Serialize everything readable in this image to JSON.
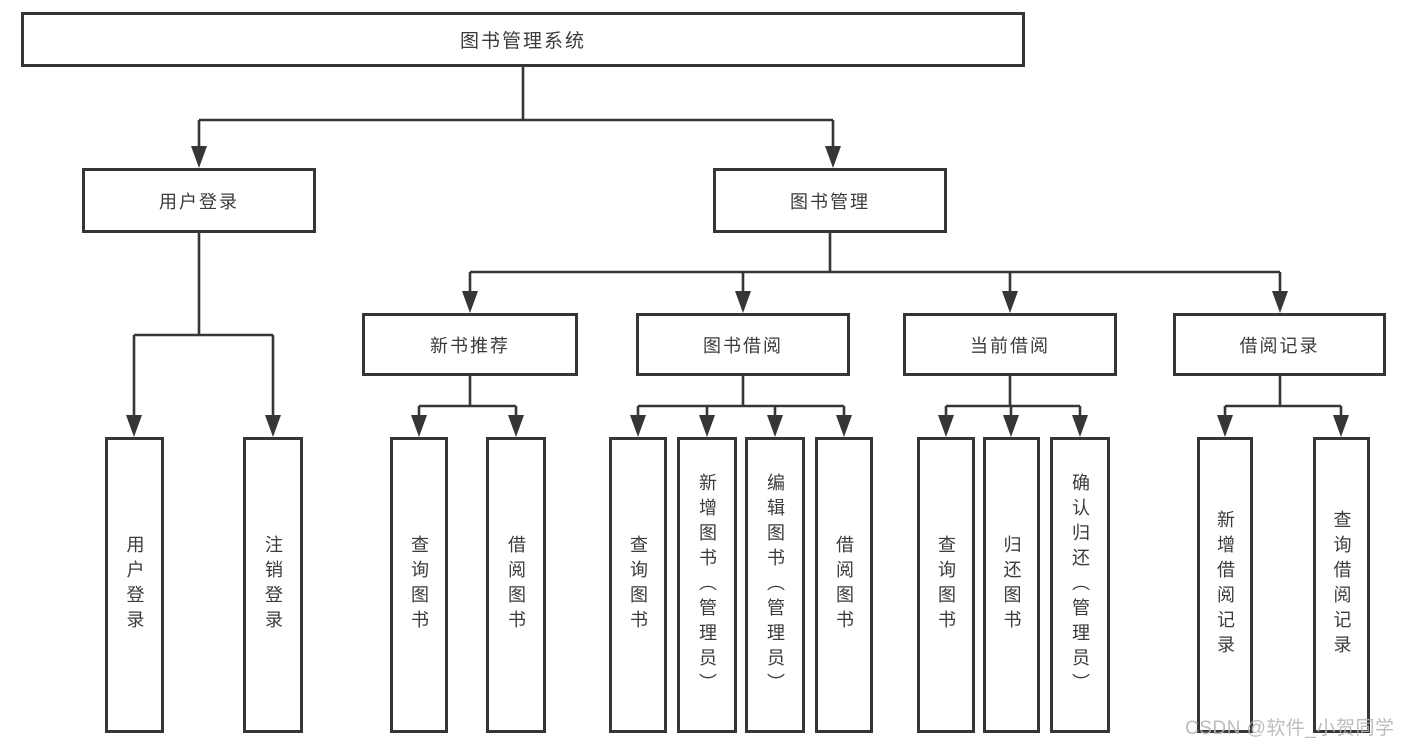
{
  "diagram": {
    "root": "图书管理系统",
    "branches": {
      "user_login": {
        "label": "用户登录",
        "leaves": [
          "用户登录",
          "注销登录"
        ]
      },
      "book_management": {
        "label": "图书管理",
        "sections": [
          {
            "label": "新书推荐",
            "leaves": [
              "查询图书",
              "借阅图书"
            ]
          },
          {
            "label": "图书借阅",
            "leaves": [
              "查询图书",
              "新增图书（管理员）",
              "编辑图书（管理员）",
              "借阅图书"
            ]
          },
          {
            "label": "当前借阅",
            "leaves": [
              "查询图书",
              "归还图书",
              "确认归还（管理员）"
            ]
          },
          {
            "label": "借阅记录",
            "leaves": [
              "新增借阅记录",
              "查询借阅记录"
            ]
          }
        ]
      }
    },
    "watermark": "CSDN @软件_小贺同学"
  },
  "colors": {
    "line": "#363636",
    "text": "#3b3b3b",
    "watermark": "#b5b5b5"
  }
}
